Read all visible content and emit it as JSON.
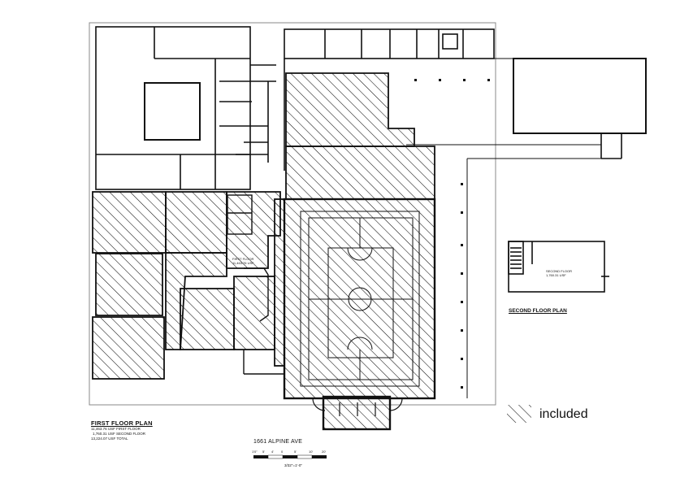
{
  "plan": {
    "first_floor": {
      "title": "FIRST FLOOR PLAN",
      "area_lines": [
        "11,463.76 USF FIRST FLOOR",
        "1,760.31 USF SECOND FLOOR",
        "13,224.07 USF TOTAL"
      ],
      "stair_note": "FIRST FLOOR 11,463.76 USF"
    },
    "second_floor": {
      "title": "SECOND FLOOR PLAN",
      "room_note": "SECOND FLOOR 1,760.31 USF"
    },
    "address": "1661 ALPINE AVE",
    "scale": {
      "ticks": [
        "1'0\"",
        "5'",
        "4'",
        "0",
        "5'",
        "10'",
        "20'"
      ],
      "note": "3/32\"=1'-0\""
    },
    "legend": {
      "label": "included",
      "pattern": "diagonal-hatch"
    }
  },
  "colors": {
    "ink": "#111111",
    "background": "#ffffff"
  }
}
